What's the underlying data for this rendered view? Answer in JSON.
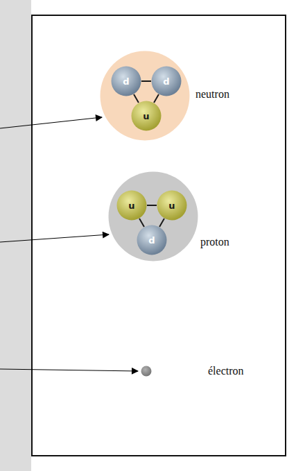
{
  "diagram": {
    "nodes": [
      {
        "text": [
          "neutron"
        ]
      },
      {
        "text": [
          "d"
        ],
        "in": 0
      },
      {
        "text": [
          "d"
        ],
        "in": 0
      },
      {
        "text": [
          "u"
        ],
        "in": 0
      },
      {
        "text": [
          "proton"
        ]
      },
      {
        "text": [
          "u"
        ],
        "in": 4
      },
      {
        "text": [
          "u"
        ],
        "in": 4
      },
      {
        "text": [
          "d"
        ],
        "in": 4
      },
      {
        "text": [
          "électron"
        ]
      }
    ],
    "edges": [
      {
        "from": 1,
        "to": 2,
        "arrow": "none"
      },
      {
        "from": 1,
        "to": 3,
        "arrow": "none"
      },
      {
        "from": 2,
        "to": 3,
        "arrow": "none"
      },
      {
        "from": 5,
        "to": 6,
        "arrow": "none"
      },
      {
        "from": 5,
        "to": 7,
        "arrow": "none"
      },
      {
        "from": 6,
        "to": 7,
        "arrow": "none"
      }
    ]
  }
}
